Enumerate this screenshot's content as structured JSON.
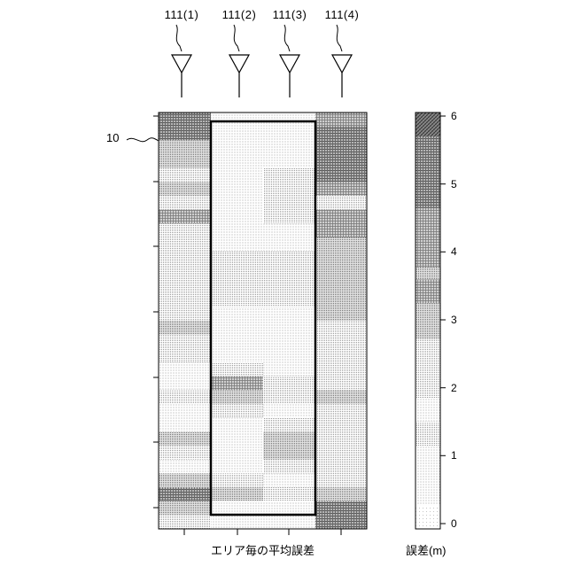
{
  "antennas": [
    {
      "label": "111(1)"
    },
    {
      "label": "111(2)"
    },
    {
      "label": "111(3)"
    },
    {
      "label": "111(4)"
    }
  ],
  "grid": {
    "reference": "10",
    "columns": 4,
    "rows": 30,
    "cells": [
      [
        5.5,
        1.5,
        1.0,
        4.0
      ],
      [
        5.5,
        1.0,
        1.0,
        5.0
      ],
      [
        3.0,
        1.0,
        1.5,
        5.5
      ],
      [
        3.0,
        1.0,
        1.5,
        5.5
      ],
      [
        2.5,
        1.0,
        2.0,
        5.0
      ],
      [
        3.5,
        1.0,
        2.5,
        4.0
      ],
      [
        2.5,
        1.5,
        2.0,
        2.5
      ],
      [
        4.5,
        1.5,
        2.5,
        4.5
      ],
      [
        2.0,
        1.0,
        1.0,
        4.5
      ],
      [
        2.5,
        1.5,
        1.5,
        3.5
      ],
      [
        2.0,
        2.0,
        2.0,
        3.0
      ],
      [
        2.0,
        2.0,
        2.5,
        3.5
      ],
      [
        2.5,
        2.5,
        2.0,
        3.0
      ],
      [
        2.0,
        2.0,
        2.0,
        3.0
      ],
      [
        2.0,
        1.0,
        1.0,
        3.5
      ],
      [
        3.0,
        1.5,
        1.0,
        2.5
      ],
      [
        2.5,
        1.5,
        1.5,
        2.0
      ],
      [
        2.0,
        1.0,
        1.5,
        2.0
      ],
      [
        1.5,
        2.5,
        1.5,
        2.0
      ],
      [
        1.5,
        4.0,
        2.0,
        2.5
      ],
      [
        2.0,
        3.5,
        2.0,
        3.5
      ],
      [
        1.5,
        2.0,
        1.5,
        2.0
      ],
      [
        1.5,
        1.0,
        2.0,
        2.5
      ],
      [
        3.0,
        1.0,
        3.0,
        2.0
      ],
      [
        2.5,
        1.5,
        3.5,
        2.5
      ],
      [
        1.5,
        1.0,
        2.0,
        2.5
      ],
      [
        3.0,
        2.0,
        1.5,
        2.0
      ],
      [
        5.0,
        3.0,
        2.0,
        3.5
      ],
      [
        3.5,
        1.5,
        1.5,
        5.5
      ],
      [
        2.5,
        1.0,
        1.0,
        5.0
      ]
    ],
    "highlight": {
      "from_column": 2,
      "to_column": 3
    }
  },
  "x_axis": {
    "label": "エリア毎の平均誤差"
  },
  "colorbar": {
    "label": "誤差(m)",
    "min": 0,
    "max": 6,
    "ticks": [
      "0",
      "1",
      "2",
      "3",
      "4",
      "5",
      "6"
    ],
    "bands": [
      0.5,
      0.5,
      1.0,
      1.0,
      1.0,
      1.5,
      1.5,
      2.0,
      2.0,
      1.5,
      1.5,
      2.0,
      2.0,
      2.5,
      2.0,
      2.5,
      3.0,
      3.5,
      3.5,
      4.0,
      4.0,
      3.5,
      4.0,
      4.0,
      4.5,
      4.5,
      4.5,
      5.0,
      5.0,
      5.5,
      5.0,
      5.5,
      5.5,
      6.0,
      6.0
    ]
  }
}
